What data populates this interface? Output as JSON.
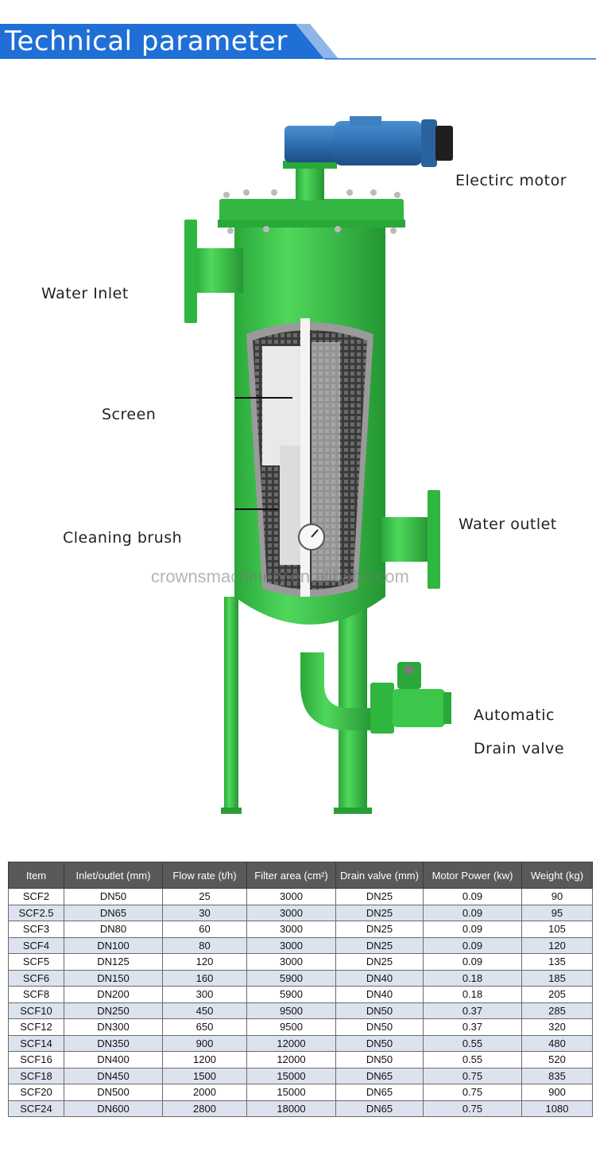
{
  "header": {
    "title": "Technical parameter"
  },
  "diagram": {
    "labels": {
      "motor": "Electirc motor",
      "inlet": "Water Inlet",
      "screen": "Screen",
      "brush": "Cleaning brush",
      "outlet": "Water outlet",
      "drain_line1": "Automatic",
      "drain_line2": "Drain valve"
    },
    "watermark": "crownsmachinery.en.alibaba.com",
    "colors": {
      "body": "#3cc64a",
      "motor": "#2f6fb0",
      "banner": "#1f6fd6"
    }
  },
  "table": {
    "headers": [
      "Item",
      "Inlet/outlet (mm)",
      "Flow rate  (t/h)",
      "Filter area (cm²)",
      "Drain valve (mm)",
      "Motor Power (kw)",
      "Weight (kg)"
    ],
    "rows": [
      [
        "SCF2",
        "DN50",
        "25",
        "3000",
        "DN25",
        "0.09",
        "90"
      ],
      [
        "SCF2.5",
        "DN65",
        "30",
        "3000",
        "DN25",
        "0.09",
        "95"
      ],
      [
        "SCF3",
        "DN80",
        "60",
        "3000",
        "DN25",
        "0.09",
        "105"
      ],
      [
        "SCF4",
        "DN100",
        "80",
        "3000",
        "DN25",
        "0.09",
        "120"
      ],
      [
        "SCF5",
        "DN125",
        "120",
        "3000",
        "DN25",
        "0.09",
        "135"
      ],
      [
        "SCF6",
        "DN150",
        "160",
        "5900",
        "DN40",
        "0.18",
        "185"
      ],
      [
        "SCF8",
        "DN200",
        "300",
        "5900",
        "DN40",
        "0.18",
        "205"
      ],
      [
        "SCF10",
        "DN250",
        "450",
        "9500",
        "DN50",
        "0.37",
        "285"
      ],
      [
        "SCF12",
        "DN300",
        "650",
        "9500",
        "DN50",
        "0.37",
        "320"
      ],
      [
        "SCF14",
        "DN350",
        "900",
        "12000",
        "DN50",
        "0.55",
        "480"
      ],
      [
        "SCF16",
        "DN400",
        "1200",
        "12000",
        "DN50",
        "0.55",
        "520"
      ],
      [
        "SCF18",
        "DN450",
        "1500",
        "15000",
        "DN65",
        "0.75",
        "835"
      ],
      [
        "SCF20",
        "DN500",
        "2000",
        "15000",
        "DN65",
        "0.75",
        "900"
      ],
      [
        "SCF24",
        "DN600",
        "2800",
        "18000",
        "DN65",
        "0.75",
        "1080"
      ]
    ]
  }
}
